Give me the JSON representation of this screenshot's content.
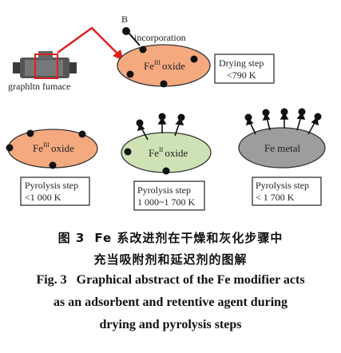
{
  "figure": {
    "labels": {
      "boron": "B",
      "incorporation": "incorporation",
      "furnace": "graphltn fumace",
      "fe3_oxide_top": "oxide",
      "fe3_oxide_left": "oxide",
      "fe2_oxide": "oxide",
      "fe_metal": "Fe metal",
      "fe_symbol": "Fe",
      "sup_iii": "III",
      "sup_ii": "II"
    },
    "steps": {
      "drying": {
        "line1": "Drying step",
        "line2": "<790 K"
      },
      "pyro1": {
        "line1": "Pyrolysis step",
        "line2": "<1 000 K"
      },
      "pyro2": {
        "line1": "Pyrolysis step",
        "line2": "1 000~1 700 K"
      },
      "pyro3": {
        "line1": "Pyrolysis step",
        "line2": "< 1 700 K"
      }
    },
    "colors": {
      "fe3_fill": "#f4a97f",
      "fe2_fill": "#cfe2b5",
      "metal_fill": "#9d9d9d",
      "arrow_red": "#e02020"
    }
  },
  "caption": {
    "cn_label": "图 3",
    "cn_line1": "Fe 系改进剂在干燥和灰化步骤中",
    "cn_line2": "充当吸附剂和延迟剂的图解",
    "en_label": "Fig. 3",
    "en_line1": "Graphical abstract of the Fe modifier acts",
    "en_line2": "as an adsorbent and retentive agent during",
    "en_line3": "drying and pyrolysis steps"
  }
}
